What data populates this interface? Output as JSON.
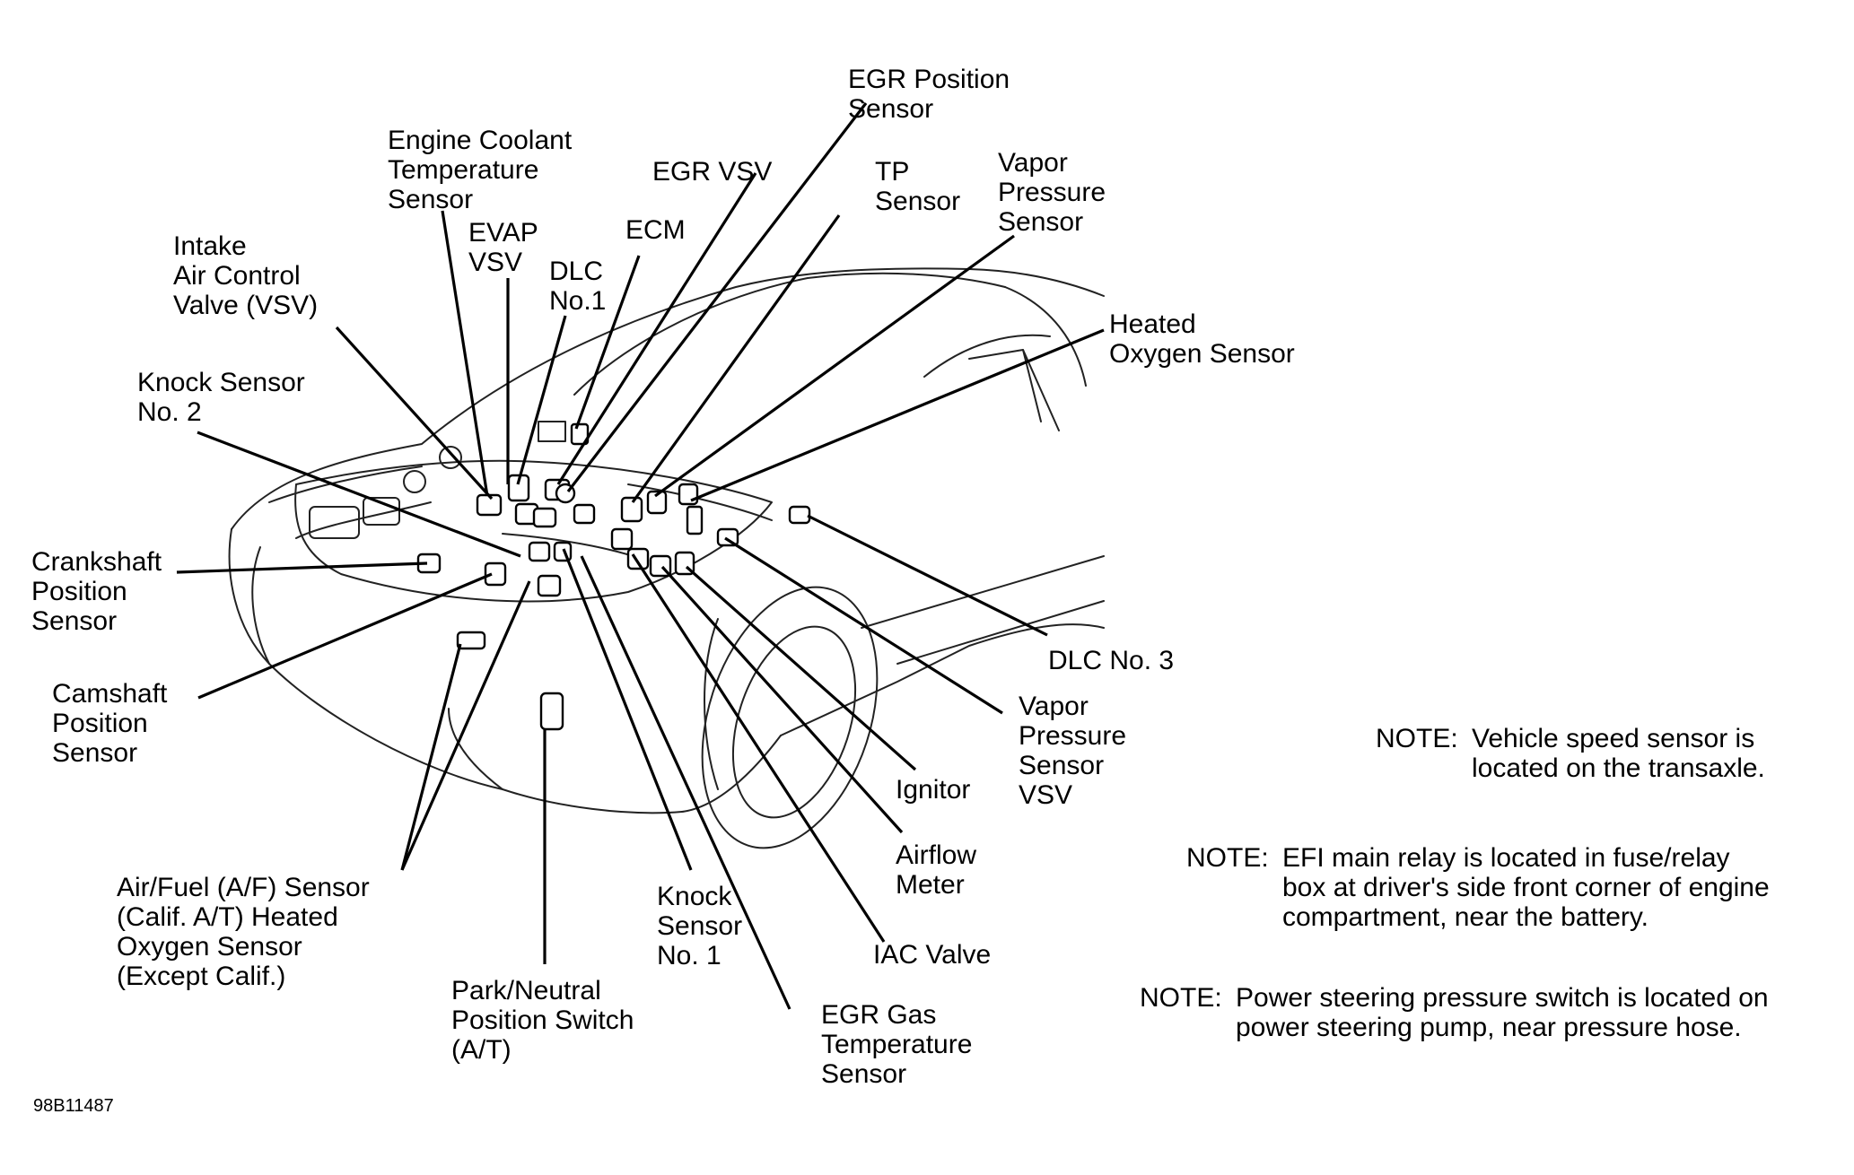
{
  "diagram": {
    "labels": {
      "egr_position_sensor": "EGR Position\nSensor",
      "engine_coolant_temperature_sensor": "Engine Coolant\nTemperature\nSensor",
      "egr_vsv": "EGR VSV",
      "tp_sensor": "TP\nSensor",
      "vapor_pressure_sensor": "Vapor\nPressure\nSensor",
      "evap_vsv": "EVAP\nVSV",
      "ecm": "ECM",
      "dlc_no1": "DLC\nNo.1",
      "intake_air_control_valve": "Intake\nAir Control\nValve (VSV)",
      "heated_oxygen_sensor": "Heated\nOxygen Sensor",
      "knock_sensor_no2": "Knock Sensor\nNo. 2",
      "crankshaft_position_sensor": "Crankshaft\nPosition\nSensor",
      "dlc_no3": "DLC No. 3",
      "camshaft_position_sensor": "Camshaft\nPosition\nSensor",
      "vapor_pressure_sensor_vsv": "Vapor\nPressure\nSensor\nVSV",
      "ignitor": "Ignitor",
      "airflow_meter": "Airflow\nMeter",
      "af_sensor": "Air/Fuel (A/F) Sensor\n(Calif. A/T) Heated\nOxygen Sensor\n(Except Calif.)",
      "knock_sensor_no1": "Knock\nSensor\nNo. 1",
      "iac_valve": "IAC Valve",
      "park_neutral_position_switch": "Park/Neutral\nPosition Switch\n(A/T)",
      "egr_gas_temperature_sensor": "EGR Gas\nTemperature\nSensor"
    },
    "notes": [
      {
        "prefix": "NOTE:",
        "text": "Vehicle speed sensor is\nlocated on the transaxle."
      },
      {
        "prefix": "NOTE:",
        "text": "EFI main relay is located in fuse/relay\nbox at driver's side front corner of engine\ncompartment, near the battery."
      },
      {
        "prefix": "NOTE:",
        "text": "Power steering pressure switch is located on\npower steering pump, near pressure hose."
      }
    ],
    "figure_code": "98B11487"
  }
}
